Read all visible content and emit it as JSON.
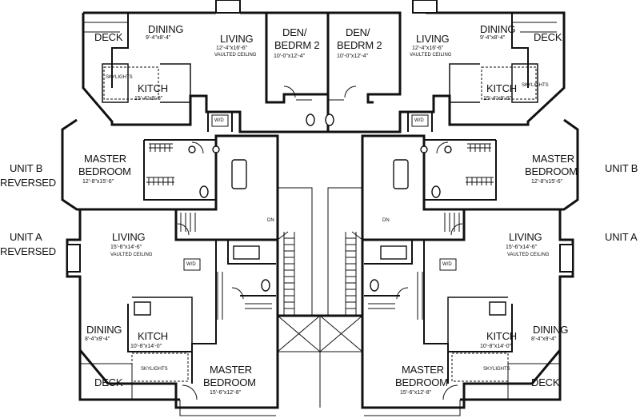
{
  "units": {
    "b_left": {
      "label_1": "UNIT B",
      "label_2": "REVERSED"
    },
    "a_left": {
      "label_1": "UNIT A",
      "label_2": "REVERSED"
    },
    "b_right": {
      "label_1": "UNIT B"
    },
    "a_right": {
      "label_1": "UNIT A"
    }
  },
  "rooms": {
    "deck": "DECK",
    "dining": "DINING",
    "living": "LIVING",
    "kitch": "KITCH",
    "den": "DEN/",
    "bedrm2": "BEDRM 2",
    "master": "MASTER",
    "bedroom": "BEDROOM"
  },
  "dims": {
    "dining_top": "9'-4\"x8'-4\"",
    "living_top": "12'-4\"x16'-6\"",
    "kitch_top": "15'-4\"x9'-8\"",
    "den_top": "10'-0\"x12'-4\"",
    "master_top": "12'-8\"x15'-6\"",
    "living_bottom": "15'-6\"x14'-6\"",
    "dining_bottom": "8'-4\"x9'-4\"",
    "kitch_bottom": "10'-8\"x14'-0\"",
    "master_bottom": "15'-6\"x12'-8\""
  },
  "notes": {
    "vaulted": "VAULTED CEILING",
    "skylights": "SKYLIGHTS",
    "dn": "DN",
    "wd": "W/D"
  }
}
